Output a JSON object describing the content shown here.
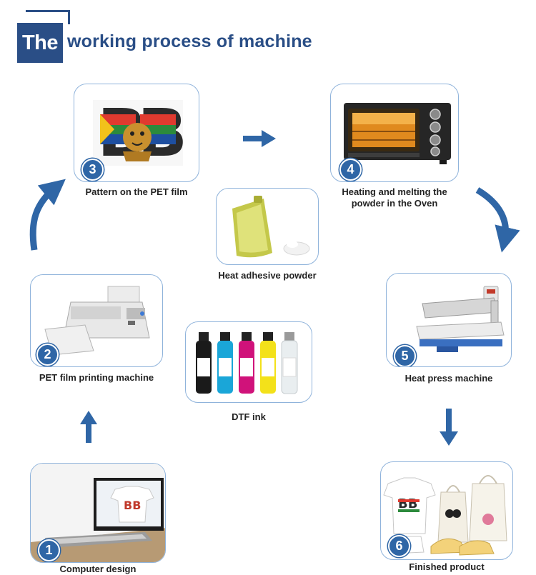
{
  "title": {
    "highlight": "The",
    "rest": "working process of machine"
  },
  "steps": [
    {
      "number": "1",
      "label": "Computer design"
    },
    {
      "number": "2",
      "label": "PET film printing machine"
    },
    {
      "number": "3",
      "label": "Pattern on the PET film"
    },
    {
      "number": "4",
      "label_line1": "Heating and melting the",
      "label_line2": "powder in the Oven"
    },
    {
      "number": "5",
      "label": "Heat press machine"
    },
    {
      "number": "6",
      "label": "Finished product"
    }
  ],
  "supplies": [
    {
      "label": "Heat adhesive powder"
    },
    {
      "label": "DTF ink"
    }
  ],
  "film_logo": "BB",
  "colors": {
    "accent": "#2f66a6",
    "card_border": "#8fb3db",
    "title": "#2a4e86",
    "ink_black": "#1a1a1a",
    "ink_cyan": "#1aa6d8",
    "ink_magenta": "#d0127a",
    "ink_yellow": "#f3e11a",
    "ink_white": "#e9eef0"
  }
}
